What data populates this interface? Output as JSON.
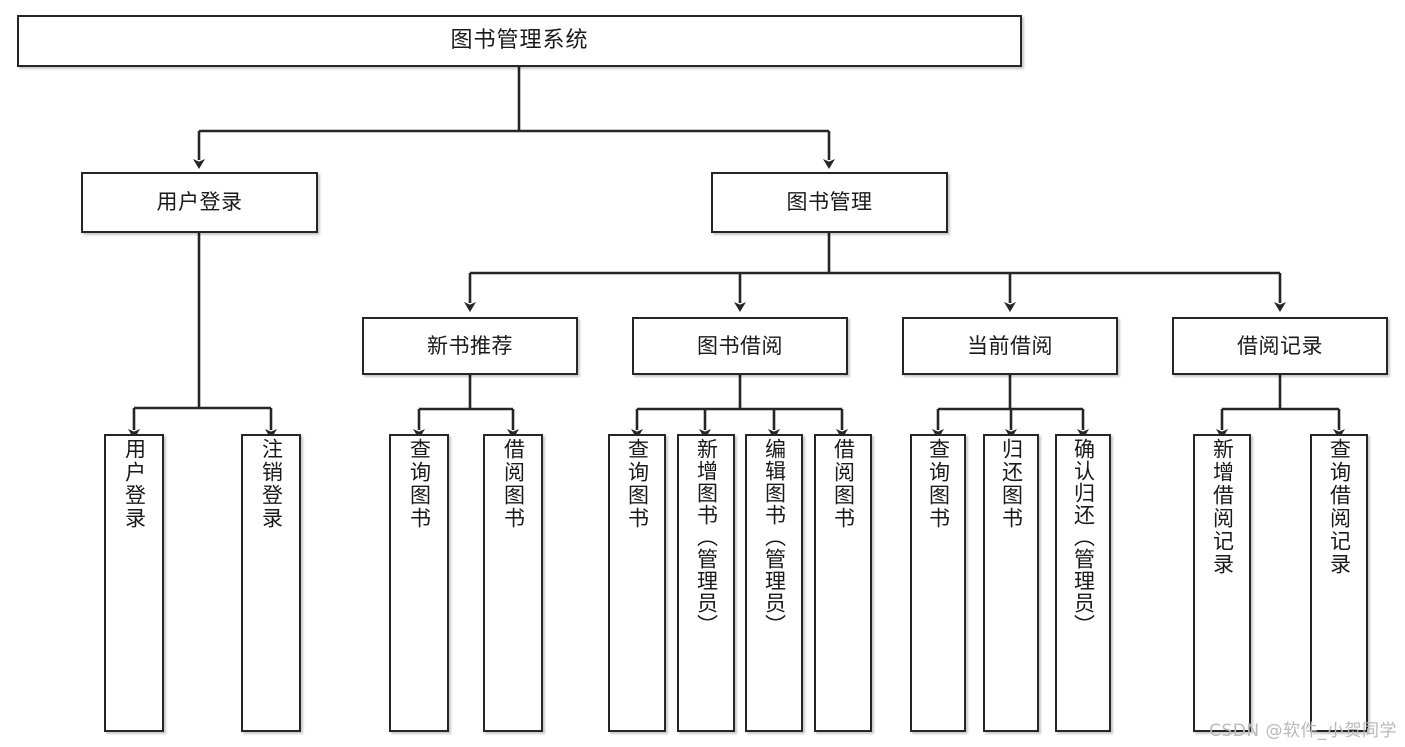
{
  "diagram": {
    "title": "图书管理系统",
    "type": "tree-hierarchy-diagram",
    "watermark": "CSDN @软件_小贺同学",
    "colors": {
      "border": "#262626",
      "background": "#ffffff",
      "text": "#1a1a1a",
      "edge": "#262626",
      "watermark": "#b9b9b9"
    },
    "root": {
      "label": "图书管理系统"
    },
    "level2": [
      {
        "label": "用户登录"
      },
      {
        "label": "图书管理"
      }
    ],
    "level3": [
      {
        "label": "新书推荐"
      },
      {
        "label": "图书借阅"
      },
      {
        "label": "当前借阅"
      },
      {
        "label": "借阅记录"
      }
    ],
    "leaves": {
      "user_login": [
        {
          "label": "用户登录"
        },
        {
          "label": "注销登录"
        }
      ],
      "new_book_recommend": [
        {
          "label": "查询图书"
        },
        {
          "label": "借阅图书"
        }
      ],
      "book_borrow": [
        {
          "label": "查询图书"
        },
        {
          "label": "新增图书（管理员）"
        },
        {
          "label": "编辑图书（管理员）"
        },
        {
          "label": "借阅图书"
        }
      ],
      "current_borrow": [
        {
          "label": "查询图书"
        },
        {
          "label": "归还图书"
        },
        {
          "label": "确认归还（管理员）"
        }
      ],
      "borrow_record": [
        {
          "label": "新增借阅记录"
        },
        {
          "label": "查询借阅记录"
        }
      ]
    }
  }
}
